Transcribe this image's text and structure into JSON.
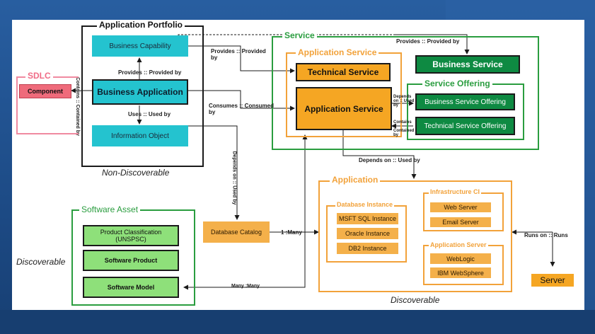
{
  "groups": {
    "application_portfolio": "Application Portfolio",
    "sdlc": "SDLC",
    "service": "Service",
    "application_service": "Application Service",
    "service_offering": "Service Offering",
    "application": "Application",
    "database_instance": "Database Instance",
    "infrastructure_ci": "Infrastructure CI",
    "application_server": "Application Server",
    "software_asset": "Software Asset"
  },
  "nodes": {
    "business_capability": "Business Capability",
    "business_application": "Business Application",
    "information_object": "Information Object",
    "component": "Component",
    "technical_service": "Technical Service",
    "application_service": "Application Service",
    "business_service": "Business Service",
    "business_service_offering": "Business Service Offering",
    "technical_service_offering": "Technical Service Offering",
    "database_catalog": "Database Catalog",
    "msft_sql_instance": "MSFT SQL Instance",
    "oracle_instance": "Oracle Instance",
    "db2_instance": "DB2 Instance",
    "web_server": "Web Server",
    "email_server": "Email Server",
    "weblogic": "WebLogic",
    "ibm_websphere": "IBM WebSphere",
    "server": "Server",
    "product_classification": "Product Classification (UNSPSC)",
    "software_product": "Software Product",
    "software_model": "Software Model"
  },
  "relations": {
    "provides_provided_by": "Provides :: Provided by",
    "uses_used_by": "Uses :: Used by",
    "contains_contained_by": "Contains :: Contained by",
    "provides_provided_by_ap": "Provides :: Provided by",
    "consumes_consumed_by": "Consumes :: Consumed by",
    "depends_on_used_by_vertical": "Depends on :: Used by",
    "depends_on_used_by": "Depends on :: Used by",
    "depends_on_used_by_so": "Depends on :: Used by",
    "contains_contained_by_so": "Contains :: Contained by",
    "one_many": "1 :Many",
    "many_many": "Many :Many",
    "runs_on_runs": "Runs on :: Runs"
  },
  "annotations": {
    "non_discoverable": "Non-Discoverable",
    "discoverable_left": "Discoverable",
    "discoverable_bottom": "Discoverable"
  },
  "colors": {
    "cyan": "#24c3cf",
    "orange": "#f5a623",
    "dark_green": "#0e8a42",
    "light_green": "#8ee07a",
    "light_orange": "#f4b04a",
    "pink": "#ef6b7b",
    "frame_green": "#2a9d3f",
    "frame_orange": "#f2a23a"
  }
}
